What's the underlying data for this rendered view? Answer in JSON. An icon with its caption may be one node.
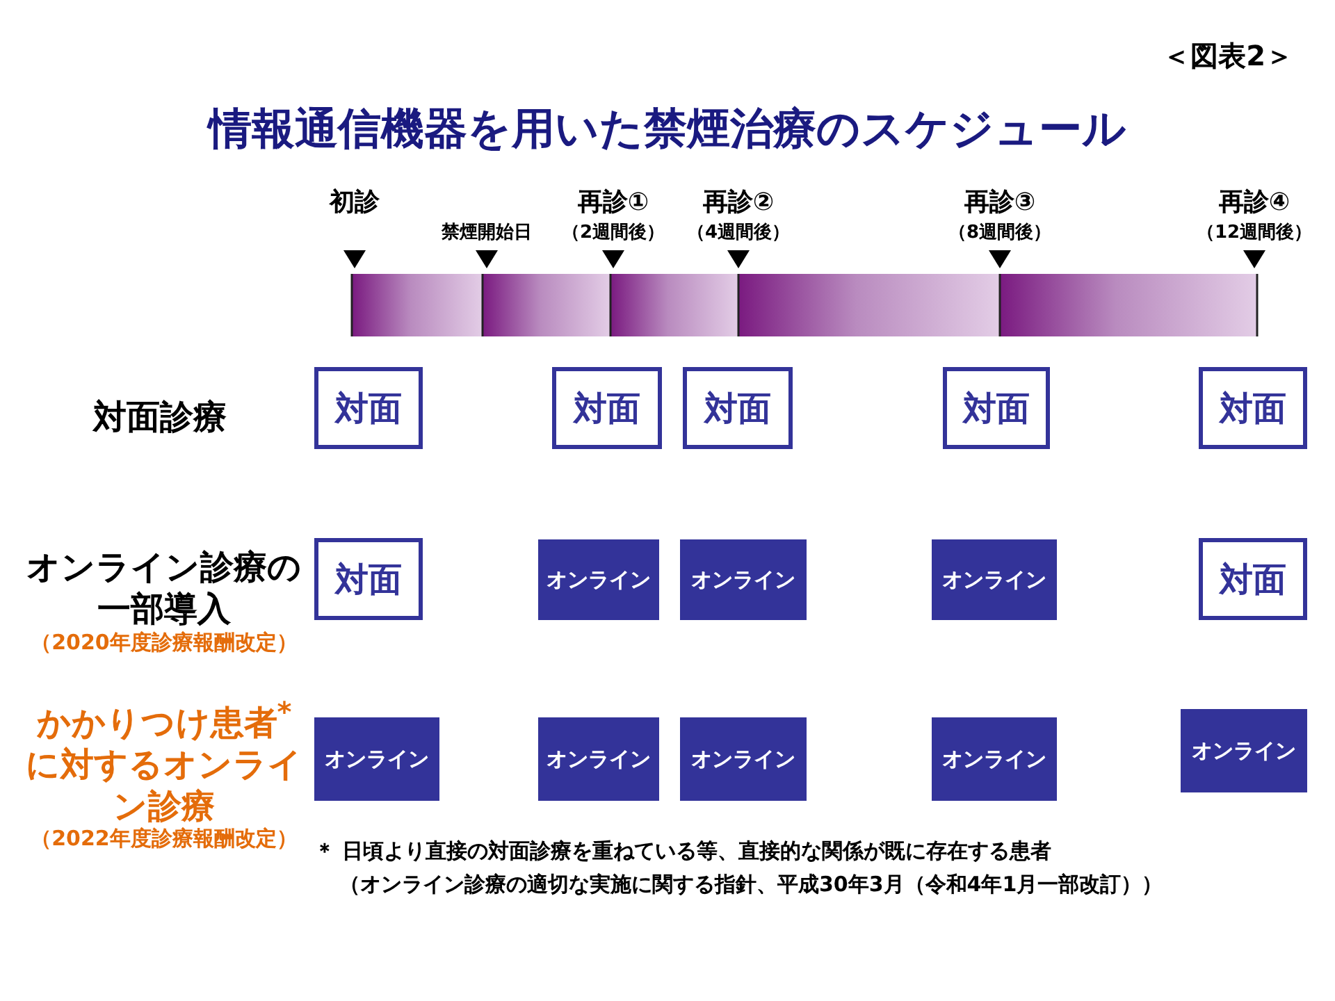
{
  "diagram": {
    "title": "情報通信機器を用いた禁煙治療のスケジュール",
    "nodes": [
      {
        "text": [
          "対面"
        ]
      },
      {
        "text": [
          "対面"
        ]
      },
      {
        "text": [
          "対面"
        ]
      },
      {
        "text": [
          "対面"
        ]
      },
      {
        "text": [
          "対面"
        ]
      },
      {
        "text": [
          "対面"
        ]
      },
      {
        "text": [
          "オンライン"
        ]
      },
      {
        "text": [
          "オンライン"
        ]
      },
      {
        "text": [
          "オンライン"
        ]
      },
      {
        "text": [
          "対面"
        ]
      },
      {
        "text": [
          "オンライン"
        ]
      },
      {
        "text": [
          "オンライン"
        ]
      },
      {
        "text": [
          "オンライン"
        ]
      },
      {
        "text": [
          "オンライン"
        ]
      },
      {
        "text": [
          "オンライン"
        ]
      }
    ],
    "labels": [
      "＜図表2＞",
      "初診",
      "再診①",
      "再診②",
      "再診③",
      "再診④",
      "禁煙開始日",
      "（2週間後）",
      "（4週間後）",
      "（8週間後）",
      "（12週間後）",
      "対面診療",
      "オンライン診療の一部導入",
      "（2020年度診療報酬改定）",
      "かかりつけ患者$^{*}$に対するオンライン診療",
      "（2022年度診療報酬改定）",
      "＊ 日頃より直接の対面診療を重ねている等、直接的な関係が既に存在する患者",
      "（オンライン診療の適切な実施に関する指針、平成30年3月（令和4年1月一部改訂））"
    ]
  }
}
